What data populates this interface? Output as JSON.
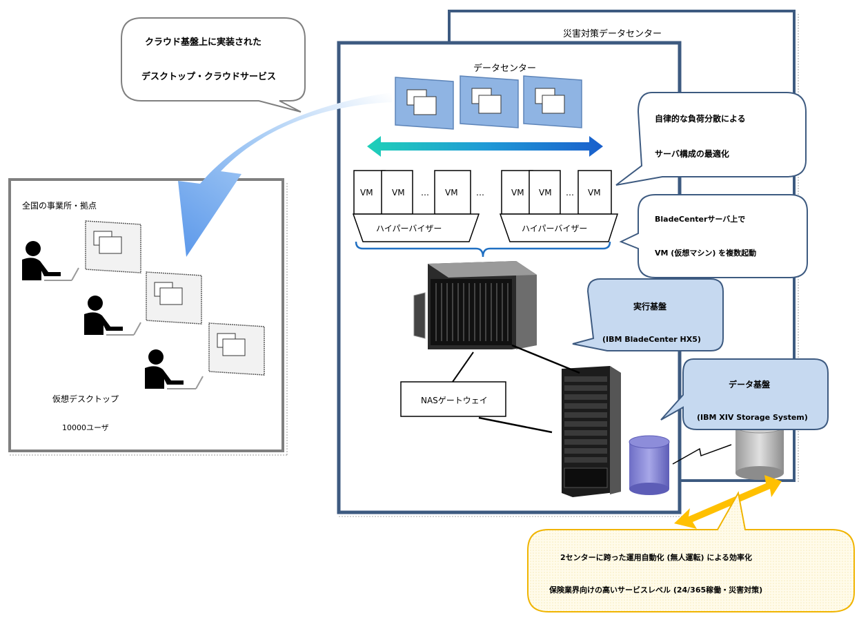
{
  "callout_cloud": {
    "line1": "クラウド基盤上に実装された",
    "line2": "デスクトップ・クラウドサービス"
  },
  "disaster_center": {
    "label": "災害対策データセンター"
  },
  "data_center": {
    "label": "データセンター"
  },
  "offices": {
    "label": "全国の事業所・拠点",
    "vdesktop_label": "仮想デスクトップ",
    "users_label": "10000ユーザ"
  },
  "vm_groups": [
    {
      "vms": [
        "VM",
        "VM",
        "VM"
      ],
      "ellipsis": "…",
      "hypervisor": "ハイパーバイザー"
    },
    {
      "vms": [
        "VM",
        "VM",
        "VM"
      ],
      "ellipsis": "…",
      "hypervisor": "ハイパーバイザー"
    }
  ],
  "group_ellipsis": "…",
  "callout_autonomy": {
    "line1": "自律的な負荷分散による",
    "line2": "サーバ構成の最適化"
  },
  "callout_bladecenter": {
    "line1": "BladeCenterサーバ上で",
    "line2": "VM (仮想マシン) を複数起動"
  },
  "callout_exec": {
    "line1": "実行基盤",
    "line2": "(IBM BladeCenter HX5)"
  },
  "callout_data": {
    "line1": "データ基盤",
    "line2": "(IBM XIV Storage System)"
  },
  "nas_gateway": {
    "label": "NASゲートウェイ"
  },
  "callout_bottom": {
    "line1": "2センターに跨った運用自動化 (無人運転) による効率化",
    "line2": "保険業界向けの高いサービスレベル (24/365稼働・災害対策)"
  },
  "colors": {
    "frame_blue": "#3d5a80",
    "callout_fill_blue": "#c6d9f0",
    "callout_bottom_fill": "#fffbe6",
    "callout_bottom_border": "#f0b400",
    "arrow_gold": "#ffc000",
    "monitor_blue": "#8fb4e3"
  }
}
